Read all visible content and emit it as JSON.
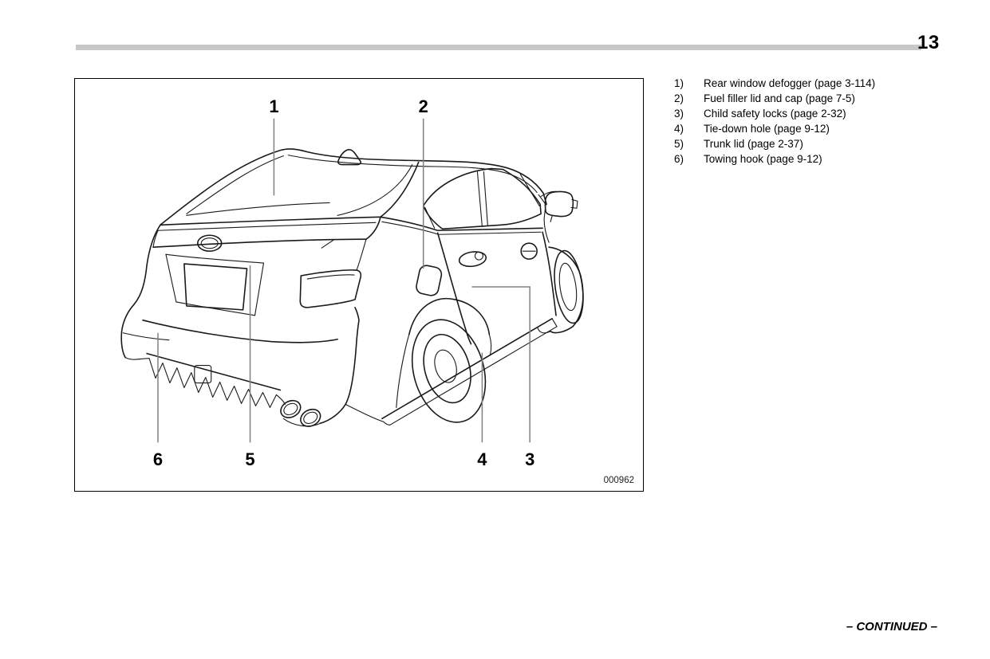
{
  "page": {
    "number": "13",
    "footer": "– CONTINUED –"
  },
  "figure": {
    "code": "000962",
    "callouts": [
      "1",
      "2",
      "3",
      "4",
      "5",
      "6"
    ]
  },
  "legend": {
    "items": [
      {
        "num": "1)",
        "label": "Rear window defogger (page 3-114)"
      },
      {
        "num": "2)",
        "label": "Fuel filler lid and cap (page 7-5)"
      },
      {
        "num": "3)",
        "label": "Child safety locks (page 2-32)"
      },
      {
        "num": "4)",
        "label": "Tie-down hole (page 9-12)"
      },
      {
        "num": "5)",
        "label": "Trunk lid (page 2-37)"
      },
      {
        "num": "6)",
        "label": "Towing hook (page 9-12)"
      }
    ]
  },
  "colors": {
    "rule_gray": "#c8c8c8",
    "leader_gray": "#808080",
    "line_black": "#1a1a1a"
  }
}
